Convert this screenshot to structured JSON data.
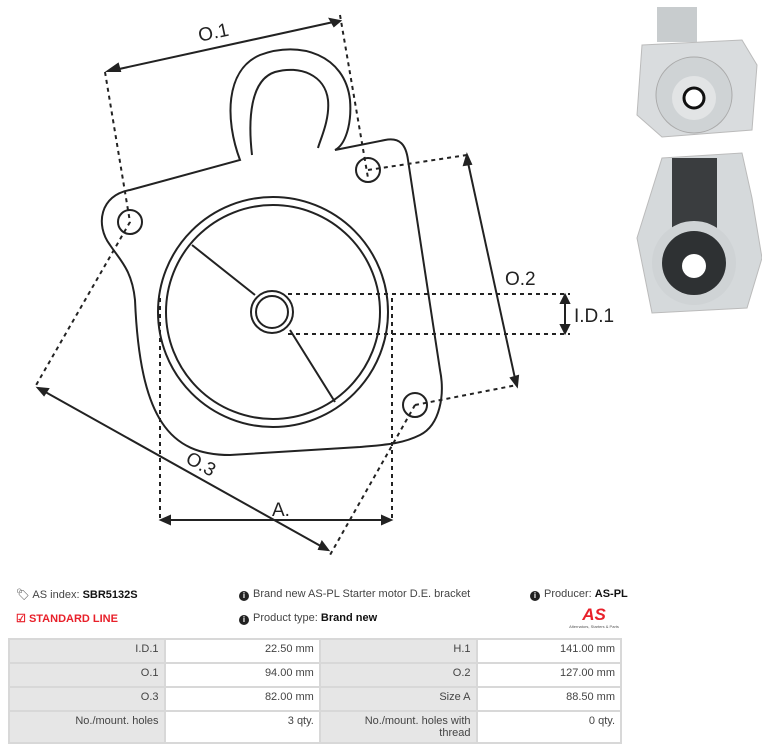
{
  "diagram": {
    "labels": {
      "o1": "O.1",
      "o2": "O.2",
      "o3": "O.3",
      "a": "A.",
      "id1": "I.D.1"
    }
  },
  "header": {
    "as_index_label": "AS index:",
    "as_index_value": "SBR5132S",
    "description": "Brand new AS-PL Starter motor D.E. bracket",
    "producer_label": "Producer:",
    "producer_value": "AS-PL",
    "line": "STANDARD LINE",
    "product_type_label": "Product type:",
    "product_type_value": "Brand new",
    "logo_text": "AS",
    "logo_tagline": "Alternators, Starters & Parts"
  },
  "colors": {
    "accent": "#e8202a"
  },
  "specs": [
    [
      "I.D.1",
      "22.50 mm",
      "H.1",
      "141.00 mm"
    ],
    [
      "O.1",
      "94.00 mm",
      "O.2",
      "127.00 mm"
    ],
    [
      "O.3",
      "82.00 mm",
      "Size A",
      "88.50 mm"
    ],
    [
      "No./mount. holes",
      "3 qty.",
      "No./mount. holes with thread",
      "0 qty."
    ]
  ]
}
